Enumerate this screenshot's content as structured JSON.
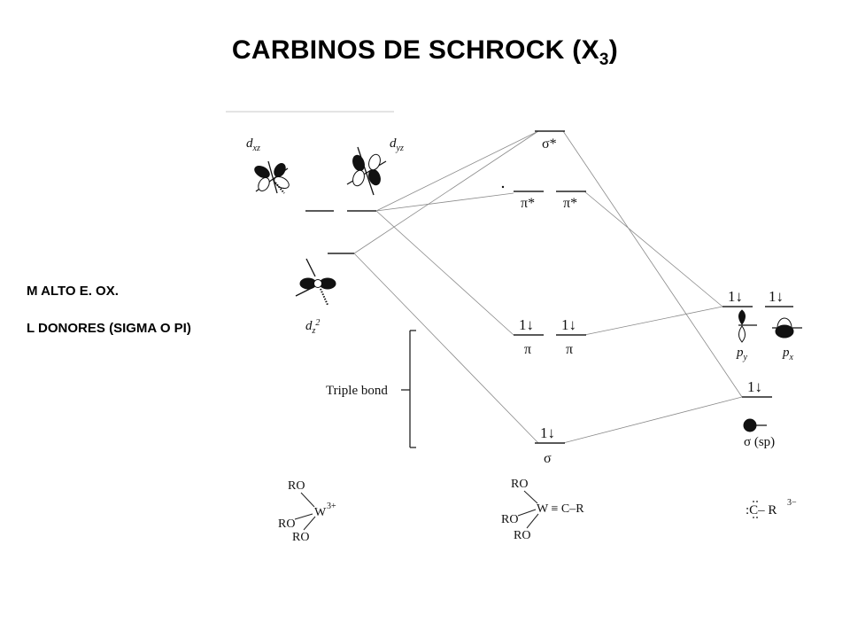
{
  "title": {
    "main": "CARBINOS DE SCHROCK (X",
    "sub": "3",
    "close": ")"
  },
  "notes": [
    "M ALTO E. OX.",
    "L DONORES (SIGMA O PI)"
  ],
  "diagram": {
    "metal_orbitals": {
      "dxz": "d",
      "dxz_sub": "xz",
      "dyz": "d",
      "dyz_sub": "yz",
      "dz2": "d",
      "dz2_sub": "z",
      "dz2_sup": "2"
    },
    "mo_labels": {
      "sigma_star": "σ*",
      "pi_star_1": "π*",
      "pi_star_2": "π*",
      "pi_1": "π",
      "pi_2": "π",
      "sigma": "σ"
    },
    "electron_pair": "1↓",
    "ligand_orbitals": {
      "py": "p",
      "py_sub": "y",
      "px": "p",
      "px_sub": "x",
      "sigma_sp": "σ (sp)"
    },
    "triple_bond_label": "Triple bond",
    "fragments": {
      "metal": {
        "ro1": "RO",
        "ro2": "RO",
        "ro3": "RO",
        "center": "W",
        "charge": "3+"
      },
      "complex": {
        "ro1": "RO",
        "ro2": "RO",
        "ro3": "RO",
        "formula": "W ≡ C–R"
      },
      "ligand": {
        "formula": ":C– R",
        "charge": "3−"
      }
    }
  }
}
